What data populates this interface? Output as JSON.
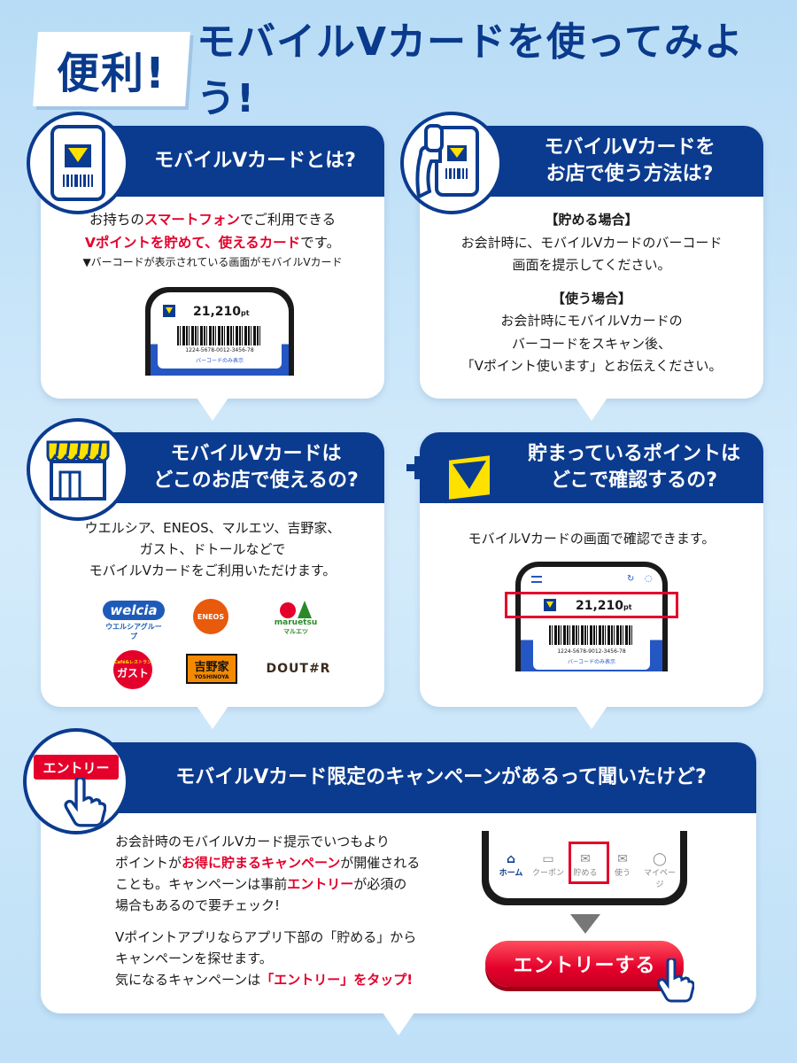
{
  "header": {
    "badge": "便利!",
    "title": "モバイルVカードを使ってみよう!"
  },
  "card1": {
    "title": "モバイルVカードとは?",
    "line1_pre": "お持ちの",
    "line1_red": "スマートフォン",
    "line1_post": "でご利用できる",
    "line2_red": "Vポイントを貯めて、使えるカード",
    "line2_post": "です。",
    "note": "▼バーコードが表示されている画面がモバイルVカード",
    "points": "21,210",
    "pt": "pt",
    "code": "1224-5678-0012-3456-78",
    "barcode_only": "バーコードのみ表示"
  },
  "card2": {
    "title_l1": "モバイルVカードを",
    "title_l2": "お店で使う方法は?",
    "save_head": "【貯める場合】",
    "save_l1": "お会計時に、モバイルVカードのバーコード",
    "save_l2": "画面を提示してください。",
    "use_head": "【使う場合】",
    "use_l1": "お会計時にモバイルVカードの",
    "use_l2": "バーコードをスキャン後、",
    "use_l3": "「Vポイント使います」とお伝えください。"
  },
  "card3": {
    "title_l1": "モバイルVカードは",
    "title_l2": "どこのお店で使えるの?",
    "l1": "ウエルシア、ENEOS、マルエツ、吉野家、",
    "l2": "ガスト、ドトールなどで",
    "l3": "モバイルVカードをご利用いただけます。",
    "logos": {
      "welcia": "welcia",
      "welcia_sub": "ウエルシアグループ",
      "eneos": "ENEOS",
      "maruetsu": "maruetsu",
      "maruetsu_sub": "マルエツ",
      "gusto_top": "Café&レストラン",
      "gusto": "ガスト",
      "yoshinoya": "吉野家",
      "yoshinoya_sub": "YOSHINOYA",
      "doutor": "DOUT#R"
    }
  },
  "card4": {
    "title_l1": "貯まっているポイントは",
    "title_l2": "どこで確認するの?",
    "l1": "モバイルVカードの画面で確認できます。",
    "points": "21,210",
    "pt": "pt",
    "code": "1224-5678-9012-3456-78",
    "barcode_only": "バーコードのみ表示"
  },
  "card5": {
    "title": "モバイルVカード限定のキャンペーンがあるって聞いたけど?",
    "entry_tag": "エントリー",
    "p1_l1": "お会計時のモバイルVカード提示でいつもより",
    "p1_l2_pre": "ポイントが",
    "p1_l2_red": "お得に貯まるキャンペーン",
    "p1_l2_post": "が開催される",
    "p1_l3_pre": "ことも。キャンペーンは事前",
    "p1_l3_red": "エントリー",
    "p1_l3_post": "が必須の",
    "p1_l4": "場合もあるので要チェック!",
    "p2_l1": "Vポイントアプリならアプリ下部の「貯める」から",
    "p2_l2": "キャンペーンを探せます。",
    "p2_l3_pre": "気になるキャンペーンは",
    "p2_l3_red": "「エントリー」をタップ!",
    "nav": [
      "ホーム",
      "クーポン",
      "貯める",
      "使う",
      "マイページ"
    ],
    "button": "エントリーする"
  },
  "colors": {
    "navy": "#0b3b8f",
    "red": "#e4002b",
    "yellow": "#ffe100"
  }
}
